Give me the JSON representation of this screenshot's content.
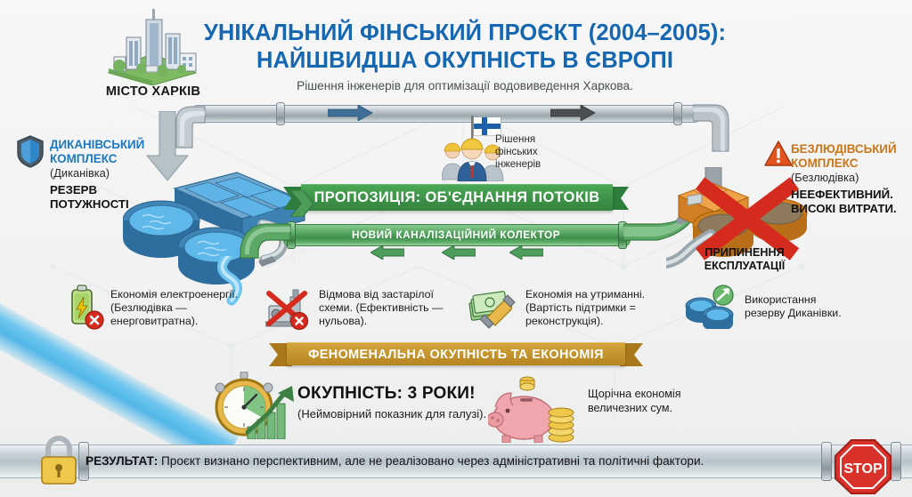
{
  "header": {
    "title_line1": "УНІКАЛЬНИЙ ФІНСЬКИЙ ПРОЄКТ (2004–2005):",
    "title_line2": "НАЙШВИДША ОКУПНІСТЬ В ЄВРОПІ",
    "subtitle": "Рішення інженерів для оптимізації водовиведення Харкова.",
    "title_color": "#1567b2"
  },
  "city": {
    "label": "МІСТО ХАРКІВ",
    "icon": "city-skyline-icon"
  },
  "dykanivka": {
    "title": "ДИКАНІВСЬКИЙ\nКОМПЛЕКС",
    "title_l1": "ДИКАНІВСЬКИЙ",
    "title_l2": "КОМПЛЕКС",
    "subtitle": "(Диканівка)",
    "status_l1": "РЕЗЕРВ",
    "status_l2": "ПОТУЖНОСТІ",
    "icon": "shield-icon",
    "color": "#1e79c4"
  },
  "bezlyudivka": {
    "title_l1": "БЕЗЛЮДІВСЬКИЙ",
    "title_l2": "КОМПЛЕКС",
    "subtitle": "(Безлюдівка)",
    "status_l1": "НЕЕФЕКТИВНИЙ.",
    "status_l2": "ВИСОКІ ВИТРАТИ.",
    "shutdown_l1": "ПРИПИНЕННЯ",
    "shutdown_l2": "ЕКСПЛУАТАЦІЇ",
    "icon": "warning-triangle-icon",
    "cross_icon": "red-cross-icon",
    "color": "#c9761b"
  },
  "engineers": {
    "note_l1": "Рішення",
    "note_l2": "фінських",
    "note_l3": "інженерів",
    "flag_icon": "finland-flag-icon",
    "icon": "engineers-group-icon"
  },
  "banners": {
    "proposal": "ПРОПОЗИЦІЯ: ОБ'ЄДНАННЯ ПОТОКІВ",
    "proposal_color": "#3d9247",
    "collector": "НОВИЙ КАНАЛІЗАЦІЙНИЙ КОЛЕКТОР",
    "collector_color": "#3f8e4b",
    "payback": "ФЕНОМЕНАЛЬНА ОКУПНІСТЬ ТА ЕКОНОМІЯ",
    "payback_color": "#c3922c"
  },
  "benefits": [
    {
      "icon": "battery-cross-icon",
      "l1": "Економія електроенергії.",
      "l2": "(Безлюдівка —",
      "l3": "енерговитратна)."
    },
    {
      "icon": "machine-cross-icon",
      "l1": "Відмова від застарілої",
      "l2": "схеми. (Ефективність —",
      "l3": "нульова)."
    },
    {
      "icon": "money-wrench-icon",
      "l1": "Економія на утриманні.",
      "l2": "(Вартість підтримки =",
      "l3": "реконструкція)."
    },
    {
      "icon": "tanks-recycle-icon",
      "l1": "Використання",
      "l2": "резерву Диканівки.",
      "l3": ""
    }
  ],
  "payback": {
    "headline": "ОКУПНІСТЬ: 3 РОКИ!",
    "sub": "(Неймовірний показник для галузі).",
    "stopwatch_icon": "stopwatch-growth-icon",
    "piggy_icon": "piggy-bank-icon",
    "piggy_l1": "Щорічна економія",
    "piggy_l2": "величезних сум."
  },
  "result": {
    "label": "РЕЗУЛЬТАТ:",
    "text": " Проєкт визнано перспективним, але не реалізовано через адміністративні та політичні фактори.",
    "lock_icon": "padlock-icon",
    "stop_icon": "stop-sign-icon",
    "stop_text": "STOP"
  }
}
